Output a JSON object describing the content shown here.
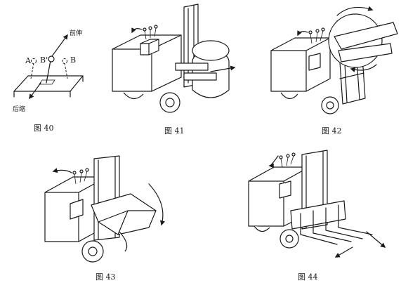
{
  "figures": [
    {
      "id": "fig40",
      "caption": "图 40",
      "labels": {
        "forward": "前伸",
        "backward": "后缩",
        "a": "A",
        "b_prime": "B'",
        "b": "B"
      }
    },
    {
      "id": "fig41",
      "caption": "图 41"
    },
    {
      "id": "fig42",
      "caption": "图 42"
    },
    {
      "id": "fig43",
      "caption": "图 43"
    },
    {
      "id": "fig44",
      "caption": "图 44"
    }
  ]
}
